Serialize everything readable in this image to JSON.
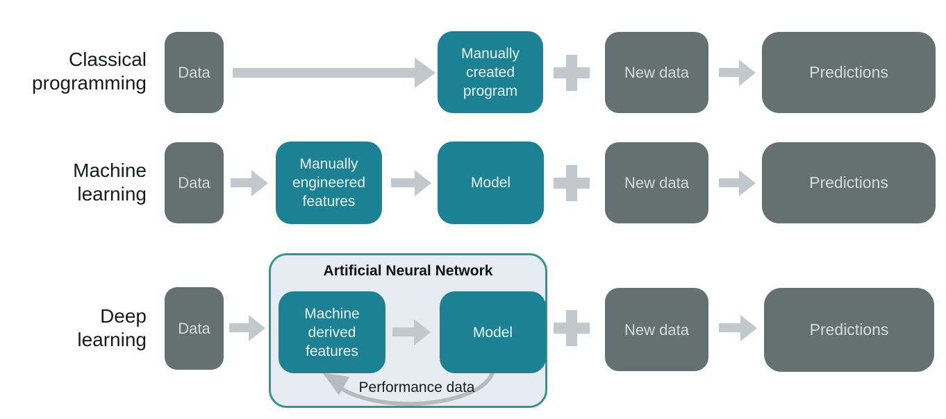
{
  "diagram": {
    "rows": [
      {
        "label": "Classical\nprogramming",
        "nodes": {
          "data": "Data",
          "program": "Manually\ncreated\nprogram",
          "new_data": "New data",
          "predictions": "Predictions"
        }
      },
      {
        "label": "Machine\nlearning",
        "nodes": {
          "data": "Data",
          "features": "Manually\nengineered\nfeatures",
          "model": "Model",
          "new_data": "New data",
          "predictions": "Predictions"
        }
      },
      {
        "label": "Deep\nlearning",
        "container_title": "Artificial Neural Network",
        "feedback_label": "Performance data",
        "nodes": {
          "data": "Data",
          "features": "Machine\nderived\nfeatures",
          "model": "Model",
          "new_data": "New data",
          "predictions": "Predictions"
        }
      }
    ],
    "colors": {
      "box_gray": "#64716e",
      "box_teal": "#1b8193",
      "arrow_gray": "#c2c9cc",
      "ann_bg": "#e7ebf2",
      "ann_border": "#2d978c",
      "feedback_arrow": "#b5bbbe",
      "label_text": "#17191c",
      "box_text_gray": "#d4dcdb",
      "box_text_teal": "#e9f2f4",
      "title_text": "#0f1316"
    }
  }
}
